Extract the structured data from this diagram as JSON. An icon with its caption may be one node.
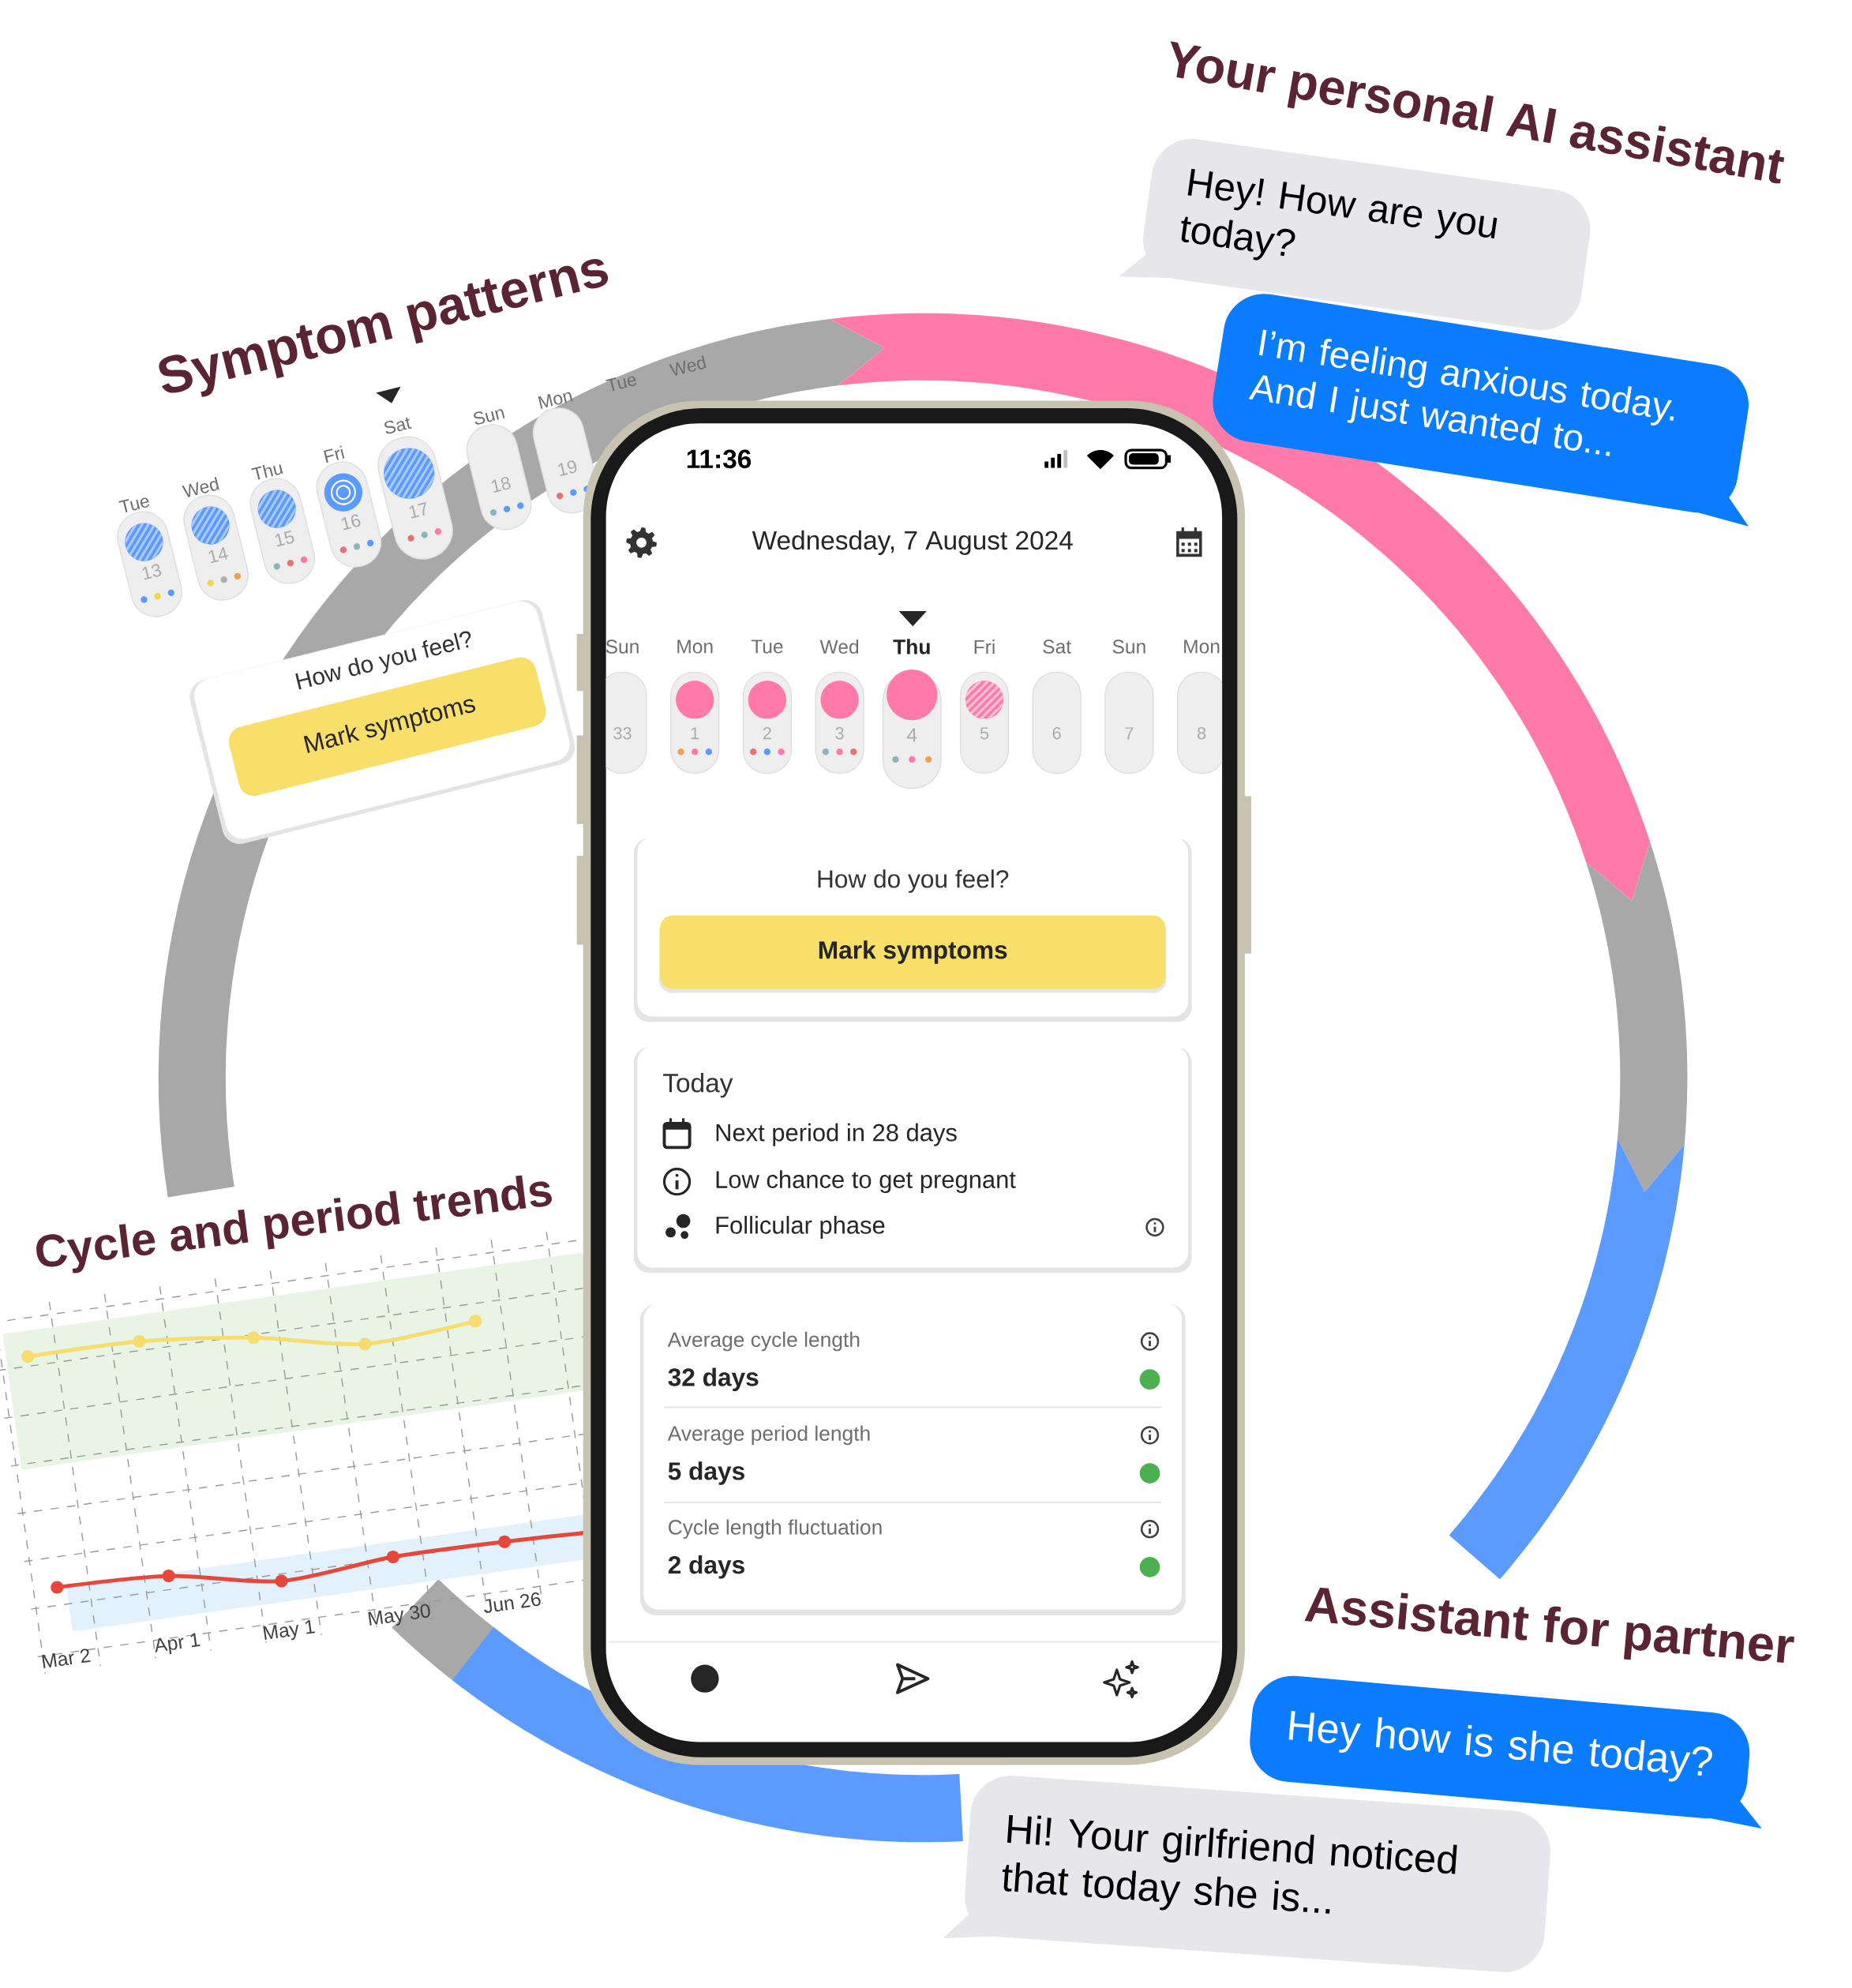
{
  "diagram": {
    "nodes": [
      {
        "text": [
          "Hey! How are you today?"
        ]
      },
      {
        "text": [
          "I’m feeling anxious today. And I just wanted to..."
        ]
      },
      {
        "text": [
          "How do you feel?"
        ]
      },
      {
        "text": [
          "Mark symptoms"
        ],
        "in": 2
      },
      {
        "text": [
          "13"
        ],
        "beside": [
          "Tue"
        ]
      },
      {
        "text": [
          "14"
        ],
        "beside": [
          "Wed"
        ]
      },
      {
        "text": [
          "15"
        ],
        "beside": [
          "Thu"
        ]
      },
      {
        "text": [
          "16"
        ],
        "beside": [
          "Fri"
        ]
      },
      {
        "text": [
          "17"
        ],
        "beside": [
          "Sat"
        ]
      },
      {
        "text": [
          "18"
        ]
      },
      {
        "text": [
          "19"
        ],
        "beside": [
          "Mon"
        ]
      },
      {
        "text": [
          "11:36",
          "Wednesday, 7 August 2024"
        ]
      },
      {
        "text": [
          "33"
        ],
        "beside": [
          "Sun"
        ],
        "in": 11
      },
      {
        "text": [
          "1"
        ],
        "beside": [
          "Mon"
        ],
        "in": 11
      },
      {
        "text": [
          "2"
        ],
        "beside": [
          "Tue"
        ],
        "in": 11
      },
      {
        "text": [
          "3"
        ],
        "beside": [
          "Wed"
        ],
        "in": 11
      },
      {
        "text": [
          "4"
        ],
        "beside": [
          "Thu"
        ],
        "in": 11
      },
      {
        "text": [
          "5"
        ],
        "beside": [
          "Fri"
        ],
        "in": 11
      },
      {
        "text": [
          "6"
        ],
        "beside": [
          "Sat"
        ],
        "in": 11
      },
      {
        "text": [
          "7"
        ],
        "beside": [
          "Sun"
        ],
        "in": 11
      },
      {
        "text": [
          "8"
        ],
        "beside": [
          "Mon"
        ],
        "in": 11
      },
      {
        "text": [
          "How do you feel?"
        ],
        "in": 11
      },
      {
        "text": [
          "Mark symptoms"
        ],
        "in": 21
      },
      {
        "text": [
          "Today",
          "Next period in 28 days",
          "Low chance to get pregnant",
          "Follicular phase"
        ],
        "in": 11
      },
      {
        "text": [
          "Average cycle length",
          "32 days",
          "Average period length",
          "5 days",
          "Cycle length fluctuation",
          "2 days"
        ],
        "in": 11
      },
      {
        "text": [
          "Hey how is she today?"
        ]
      },
      {
        "text": [
          "Hi! Your girlfriend noticed that today she is..."
        ]
      }
    ],
    "labels": [
      "Your personal AI assistant",
      "Symptom patterns",
      "Tue",
      "Wed",
      "Cycle and period trends",
      "Mar 2",
      "Apr 1",
      "May 1",
      "May 30",
      "Jun 26",
      "Assistant for partner",
      "Sun"
    ]
  }
}
